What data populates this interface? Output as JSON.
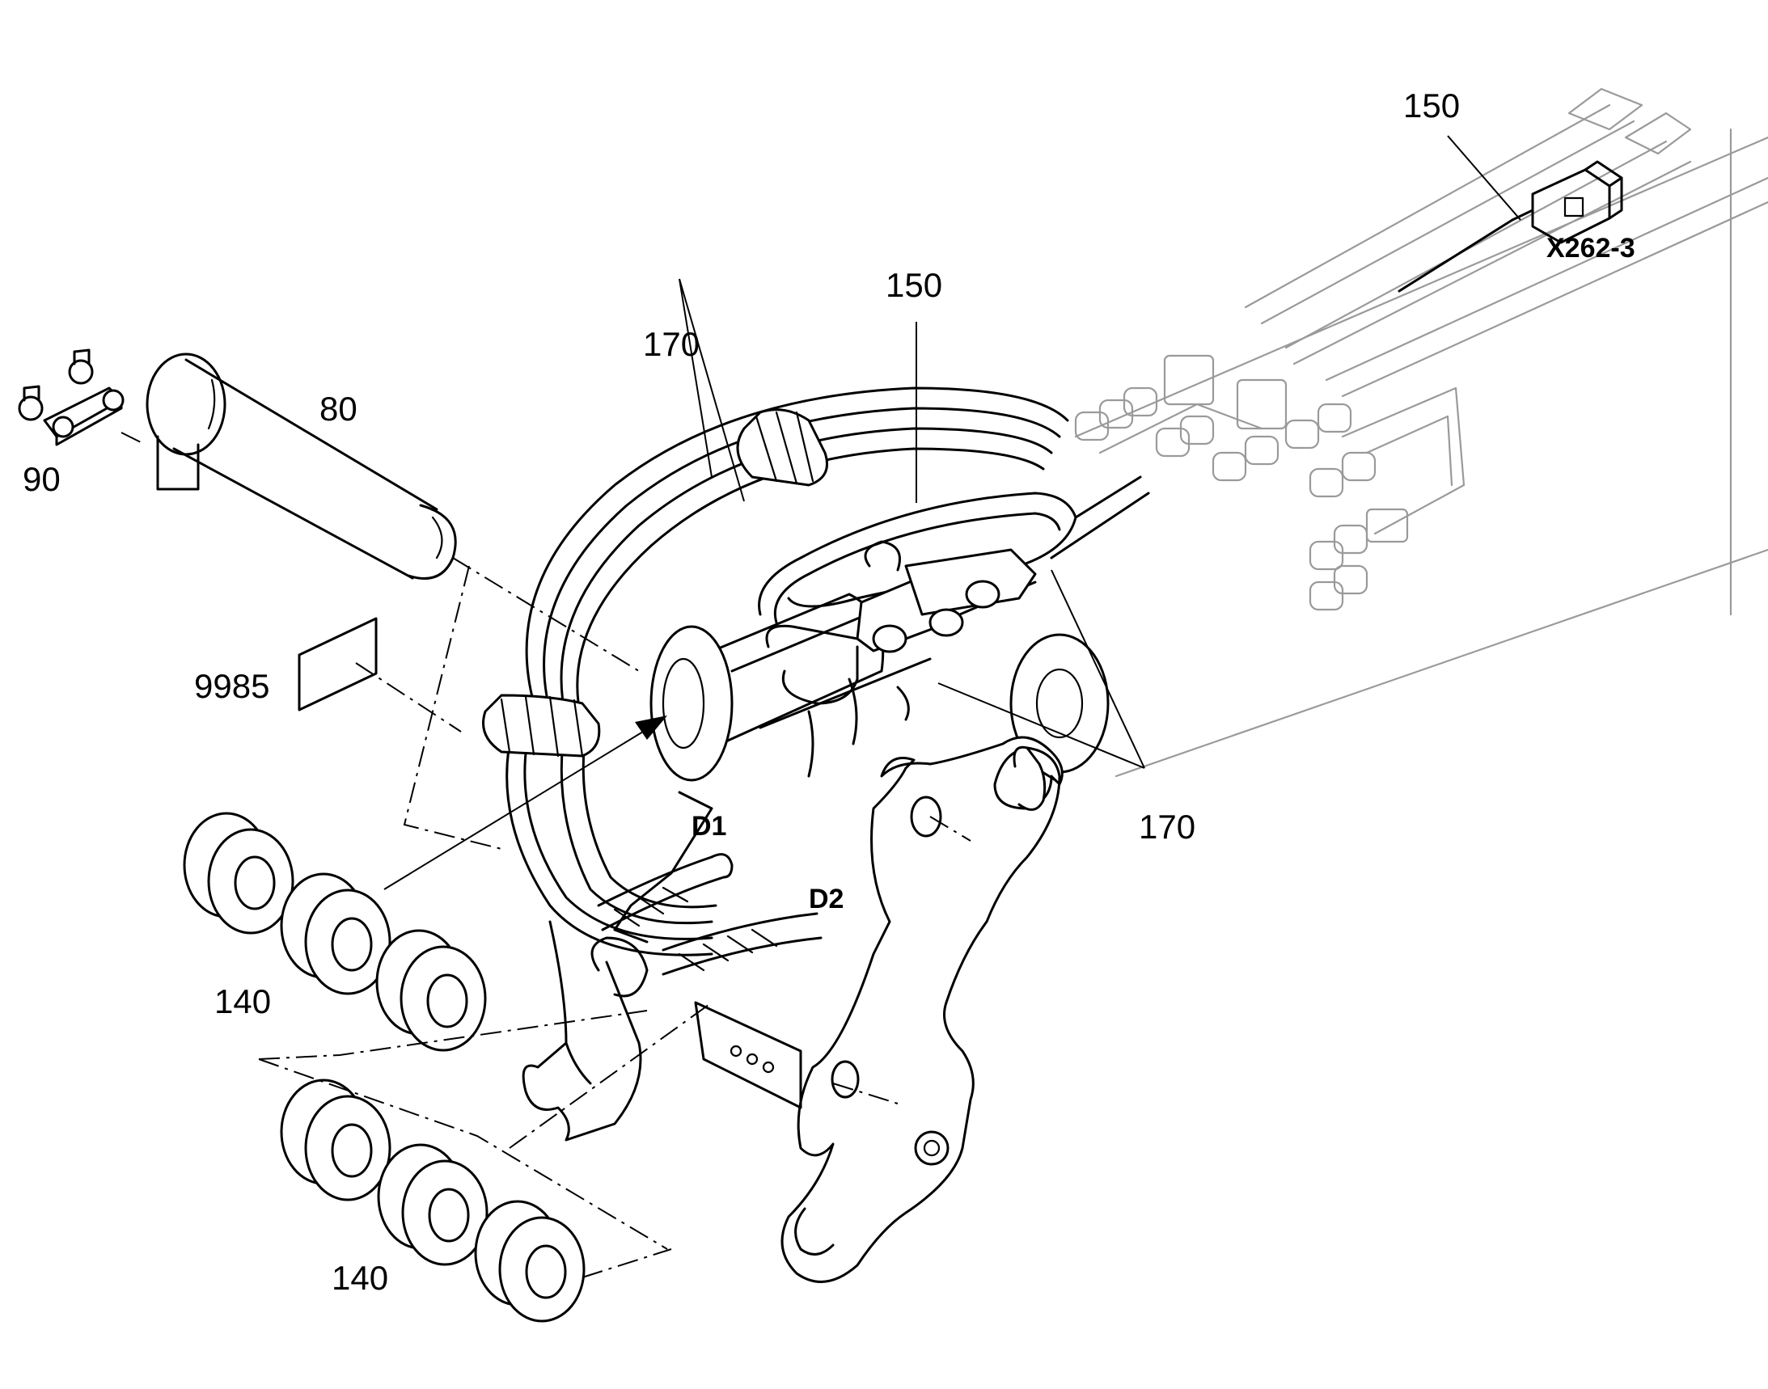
{
  "callouts": {
    "part_150_top": "150",
    "connector_x262_3": "X262-3",
    "part_150_mid": "150",
    "part_170_top": "170",
    "part_80": "80",
    "part_90": "90",
    "part_9985": "9985",
    "part_170_right": "170",
    "part_140_upper": "140",
    "part_140_lower": "140",
    "port_d1": "D1",
    "port_d2": "D2"
  },
  "colors": {
    "line": "#000000",
    "ghost_line": "#9a9a9a",
    "background": "#ffffff"
  }
}
